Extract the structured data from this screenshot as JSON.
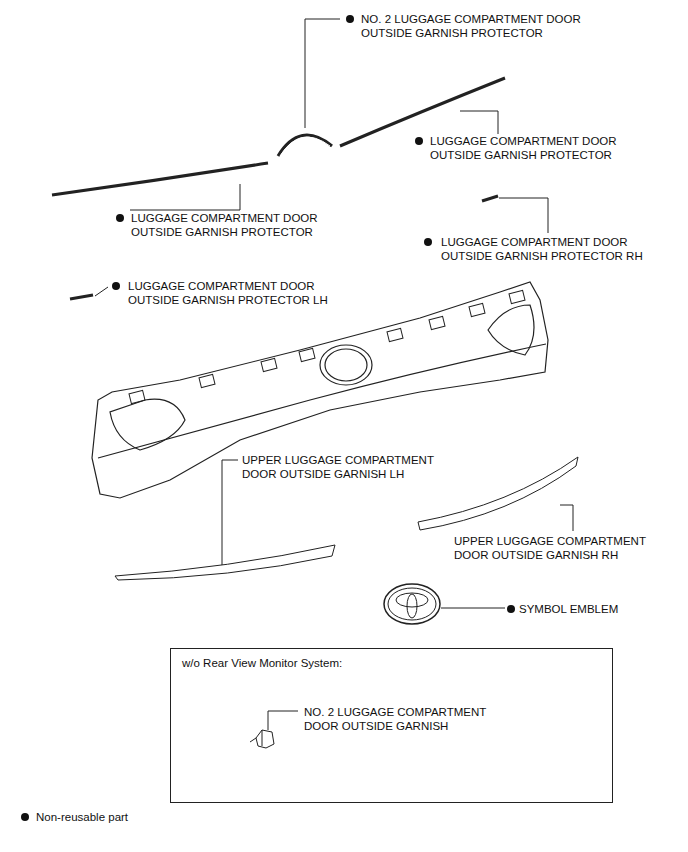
{
  "diagram": {
    "nodes": [
      {
        "text": [
          "w/o Rear View Monitor System:",
          "NO. 2 LUGGAGE COMPARTMENT DOOR OUTSIDE GARNISH"
        ]
      }
    ],
    "labels": [
      "NO. 2 LUGGAGE COMPARTMENT DOOR OUTSIDE GARNISH PROTECTOR",
      "LUGGAGE COMPARTMENT DOOR OUTSIDE GARNISH PROTECTOR",
      "LUGGAGE COMPARTMENT DOOR OUTSIDE GARNISH PROTECTOR",
      "LUGGAGE COMPARTMENT DOOR OUTSIDE GARNISH PROTECTOR RH",
      "LUGGAGE COMPARTMENT DOOR OUTSIDE GARNISH PROTECTOR LH",
      "UPPER LUGGAGE COMPARTMENT DOOR OUTSIDE GARNISH LH",
      "UPPER LUGGAGE COMPARTMENT DOOR OUTSIDE GARNISH RH",
      "SYMBOL EMBLEM"
    ],
    "legend": [
      {
        "text": "Non-reusable part"
      }
    ]
  }
}
